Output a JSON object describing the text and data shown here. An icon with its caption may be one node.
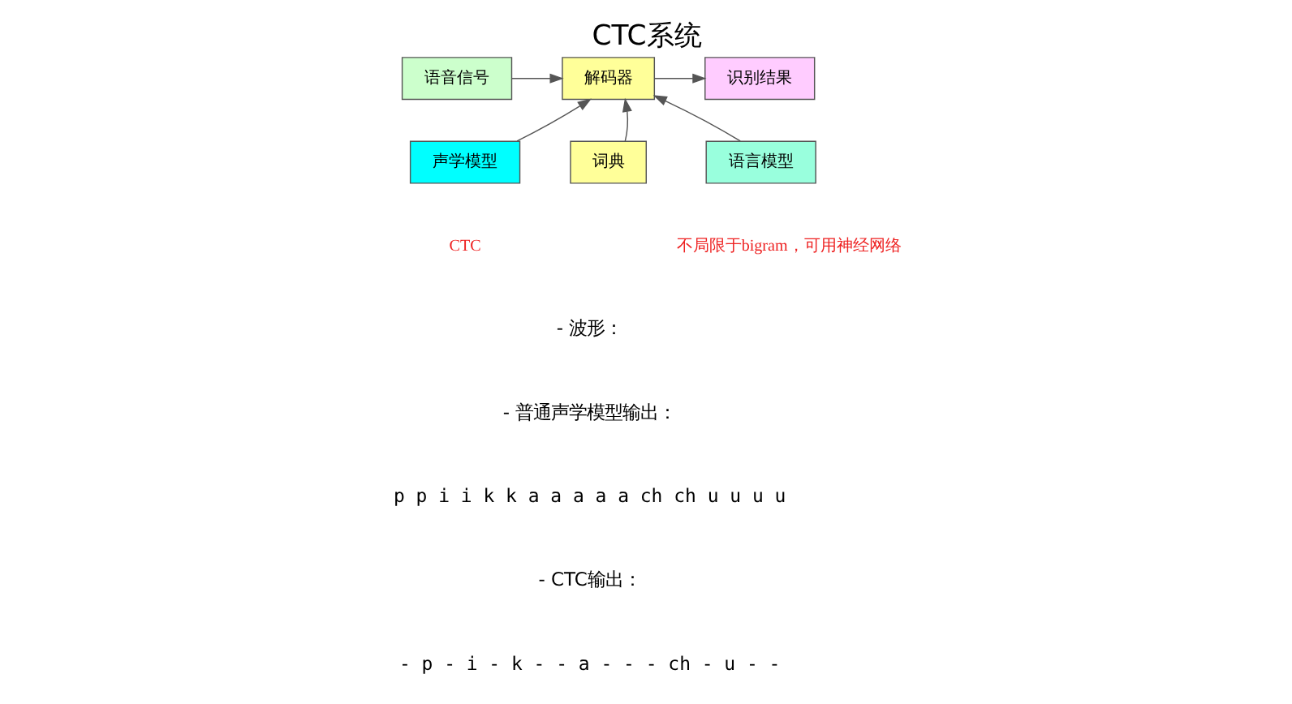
{
  "diagram": {
    "title": "CTC系统",
    "nodes": [
      {
        "text": [
          "语音信号"
        ]
      },
      {
        "text": [
          "解码器"
        ]
      },
      {
        "text": [
          "识别结果"
        ]
      },
      {
        "text": [
          "声学模型"
        ],
        "beside": [
          "CTC"
        ]
      },
      {
        "text": [
          "词典"
        ]
      },
      {
        "text": [
          "语言模型"
        ],
        "beside": [
          "不局限于bigram，可用神经网络"
        ]
      }
    ],
    "edges": [
      {
        "from": 0,
        "to": 1,
        "arrow": "to"
      },
      {
        "from": 1,
        "to": 2,
        "arrow": "to"
      },
      {
        "from": 3,
        "to": 1,
        "arrow": "to"
      },
      {
        "from": 4,
        "to": 1,
        "arrow": "to"
      },
      {
        "from": 5,
        "to": 1,
        "arrow": "to"
      }
    ],
    "labels": [
      "- 波形：",
      "- 普通声学模型输出：",
      "p p i i k k a a a a a ch ch u u u u",
      "- CTC输出：",
      "- p - i - k - - a - - - ch - u - -"
    ]
  }
}
